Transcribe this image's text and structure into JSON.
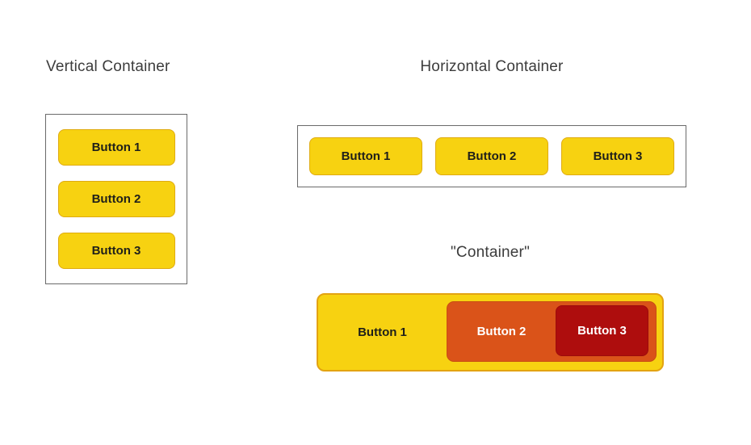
{
  "titles": {
    "vertical": "Vertical Container",
    "horizontal": "Horizontal Container",
    "nested": "\"Container\""
  },
  "vertical_container": {
    "buttons": [
      "Button 1",
      "Button 2",
      "Button 3"
    ]
  },
  "horizontal_container": {
    "buttons": [
      "Button 1",
      "Button 2",
      "Button 3"
    ]
  },
  "nested_container": {
    "button1": "Button 1",
    "button2": "Button 2",
    "button3": "Button 3"
  },
  "colors": {
    "canvas_background": "#ffffff",
    "button_yellow_fill": "#f7d211",
    "button_yellow_border": "#dfab10",
    "button_orange_fill": "#da5319",
    "button_red_fill": "#ae0d0d",
    "button_dark_text": "#20201a",
    "button_light_text": "#ffffff",
    "container_outline": "#6a6a6a",
    "title_text": "#3c3c3c"
  }
}
